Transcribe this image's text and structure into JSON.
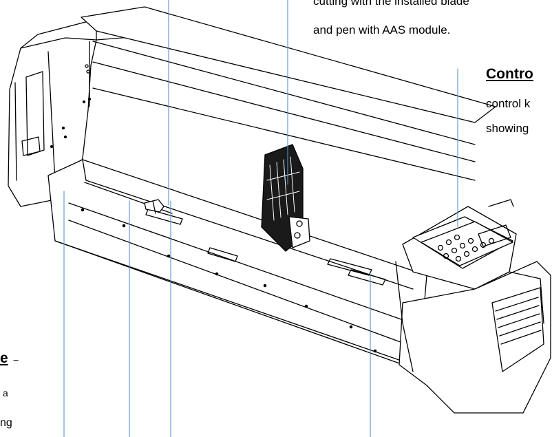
{
  "top_callout": {
    "line1": "cutting with the installed blade",
    "line2": "and pen with AAS module."
  },
  "control_panel_callout": {
    "title": "Contro",
    "line1": "control k",
    "line2": "showing"
  },
  "left_callout": {
    "title": "e",
    "dash": "–",
    "line1": "a",
    "line2": "ng"
  },
  "colors": {
    "ink": "#000000",
    "leader": "#5b8fcc",
    "background": "#ffffff"
  }
}
